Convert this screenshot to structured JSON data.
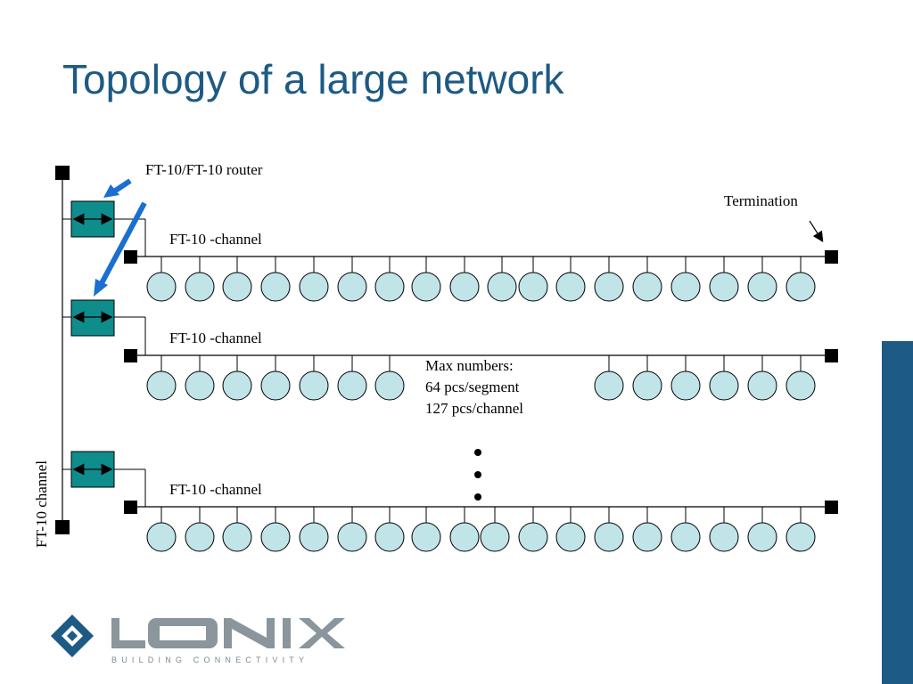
{
  "slide": {
    "title": "Topology of a large network",
    "accent_color": "#1d5a84",
    "node_color": "#c0e4e8",
    "router_color": "#0f8c8c"
  },
  "diagram": {
    "router_label": "FT-10/FT-10 router",
    "termination_label": "Termination",
    "backbone_label": "FT-10 channel",
    "channels": [
      {
        "label": "FT-10 -channel",
        "nodes": 18
      },
      {
        "label": "FT-10 -channel",
        "nodes": 13
      },
      {
        "label": "FT-10 -channel",
        "nodes": 18
      }
    ],
    "max_numbers": {
      "line1": "Max numbers:",
      "line2": "64 pcs/segment",
      "line3": "127 pcs/channel"
    },
    "continuation": "vertical ellipsis (three dots)"
  },
  "logo": {
    "name": "LONIX",
    "tagline": "BUILDING CONNECTIVITY"
  }
}
